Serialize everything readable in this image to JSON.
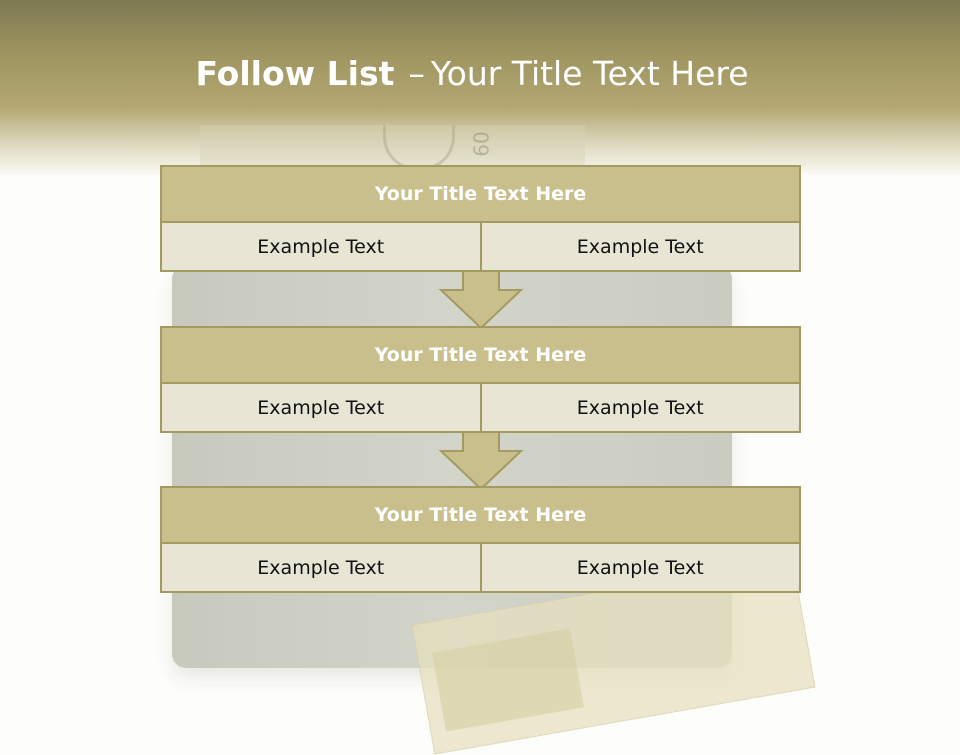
{
  "title": {
    "bold": "Follow List",
    "dash": "–",
    "rest": "Your Title Text Here"
  },
  "background": {
    "bill_number": "09"
  },
  "blocks": [
    {
      "title": "Your Title Text Here",
      "left": "Example Text",
      "right": "Example Text"
    },
    {
      "title": "Your Title Text Here",
      "left": "Example Text",
      "right": "Example Text"
    },
    {
      "title": "Your Title Text Here",
      "left": "Example Text",
      "right": "Example Text"
    }
  ],
  "colors": {
    "header": "#9e9460",
    "block_title_fill": "#c9bf8d",
    "cell_fill": "#e8e5d5",
    "border": "#a39a5f",
    "arrow_fill": "#c9bf8d"
  }
}
